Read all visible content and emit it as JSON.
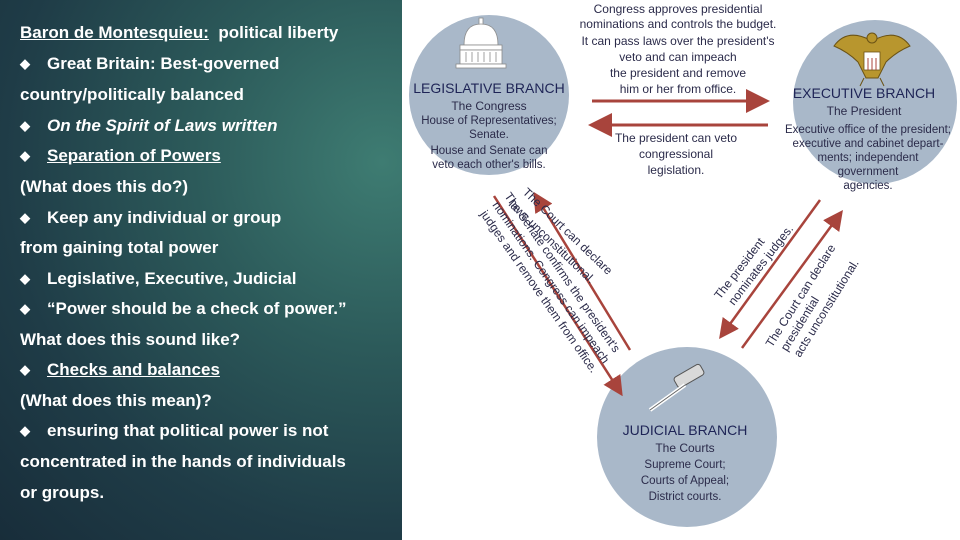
{
  "colors": {
    "panel_dark": "#1f3c47",
    "panel_accent": "#3e7c72",
    "circle_fill": "#a9b8c9",
    "arrow_red": "#a8443c",
    "branch_title": "#1e2456"
  },
  "left": {
    "lines": [
      {
        "text": "Baron de Montesquieu:",
        "text2": "political liberty",
        "bullet": false
      },
      {
        "text": "Great Britain:  Best-governed",
        "bullet": true
      },
      {
        "text": "country/politically balanced",
        "bullet": false
      },
      {
        "text": "On the Spirit of Laws written",
        "bullet": true
      },
      {
        "text": "Separation of Powers",
        "bullet": true
      },
      {
        "text": "(What does this do?)",
        "bullet": false
      },
      {
        "text": "Keep any individual or group",
        "bullet": true
      },
      {
        "text": "from gaining total power",
        "bullet": false
      },
      {
        "text": "Legislative, Executive, Judicial",
        "bullet": true
      },
      {
        "text": "“Power should be a check of power.”",
        "bullet": true
      },
      {
        "text": "What does this sound like?",
        "bullet": false
      },
      {
        "text": "Checks and balances",
        "bullet": true
      },
      {
        "text": "(What does this mean)?",
        "bullet": false
      },
      {
        "text": "ensuring that political power is not",
        "bullet": true
      },
      {
        "text": "concentrated in the hands of individuals",
        "bullet": false
      },
      {
        "text": "or groups.",
        "bullet": false
      }
    ],
    "bullet_icon": "diamond-bullet-icon"
  },
  "diagram": {
    "legislative": {
      "title": "LEGISLATIVE BRANCH",
      "lines": [
        "The Congress",
        "House of Representatives;",
        "Senate.",
        "House and Senate can",
        "veto each other's bills."
      ],
      "icon": "capitol-dome-icon"
    },
    "executive": {
      "title": "EXECUTIVE BRANCH",
      "lines": [
        "The President",
        "Executive office of the president;",
        "executive and cabinet depart-",
        "ments; independent",
        "government",
        "agencies."
      ],
      "icon": "eagle-seal-icon"
    },
    "judicial": {
      "title": "JUDICIAL BRANCH",
      "lines": [
        "The  Courts",
        "Supreme Court;",
        "Courts of Appeal;",
        "District courts."
      ],
      "icon": "gavel-icon"
    },
    "top_arrow_text": [
      "Congress approves presidential",
      "nominations and controls the budget.",
      "It can pass laws over the president's",
      "veto and can impeach",
      "the president and remove",
      "him or her from office."
    ],
    "mid_arrow_text": [
      "The president can veto",
      "congressional",
      "legislation."
    ],
    "left_diag_1": "The Court can declare",
    "left_diag_2": "laws unconstitutional.",
    "left_diag_3": "The Senate confirms the president's",
    "left_diag_4": "nominations. Congress can impeach",
    "left_diag_5": "judges and remove them from office.",
    "right_diag_1": "The president",
    "right_diag_2": "nominates judges.",
    "right_diag_3": "The Court can declare",
    "right_diag_4": "presidential",
    "right_diag_5": "acts unconstitutional."
  }
}
